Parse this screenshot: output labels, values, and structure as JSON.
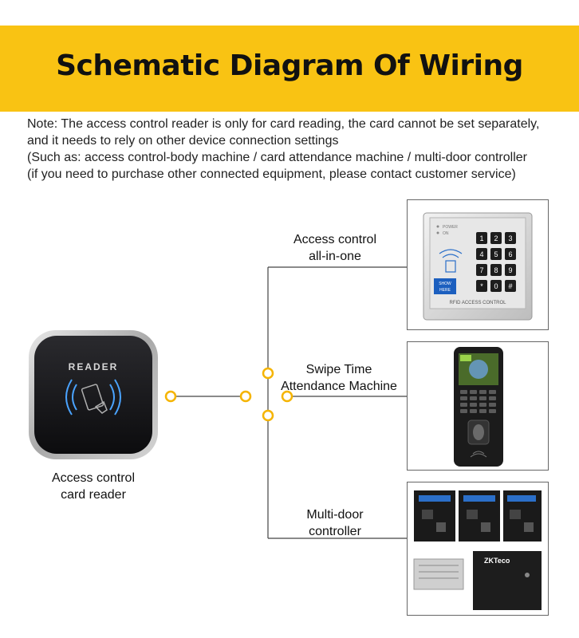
{
  "title": "Schematic Diagram Of Wiring",
  "note": [
    "Note: The access control reader is only for card reading, the card cannot be set separately,",
    "and it needs to rely on other device connection settings",
    "(Such as: access control-body machine / card attendance machine / multi-door controller",
    "(if you need to purchase other connected equipment, please contact customer service)"
  ],
  "reader": {
    "device_text": "READER",
    "caption": [
      "Access control",
      "card reader"
    ]
  },
  "keypad": {
    "leds": [
      "POWER",
      "ON"
    ],
    "keys": [
      "1",
      "2",
      "3",
      "4",
      "5",
      "6",
      "7",
      "8",
      "9",
      "*",
      "0",
      "#"
    ],
    "badge": [
      "SHOW",
      "HERE"
    ],
    "footer": "RFID ACCESS CONTROL"
  },
  "devices": [
    {
      "label": [
        "Access control",
        "all-in-one"
      ]
    },
    {
      "label": [
        "Swipe Time",
        "Attendance Machine"
      ]
    },
    {
      "label": [
        "Multi-door",
        "controller"
      ]
    }
  ],
  "controller": {
    "brand": "ZKTeco"
  },
  "colors": {
    "banner": "#f9c313",
    "connector": "#f5b400"
  }
}
